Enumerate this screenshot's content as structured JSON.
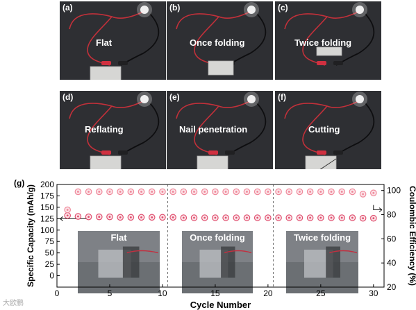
{
  "panels": [
    {
      "id": "a",
      "label": "(a)",
      "text": "Flat"
    },
    {
      "id": "b",
      "label": "(b)",
      "text": "Once folding"
    },
    {
      "id": "c",
      "label": "(c)",
      "text": "Twice folding"
    },
    {
      "id": "d",
      "label": "(d)",
      "text": "Reflating"
    },
    {
      "id": "e",
      "label": "(e)",
      "text": "Nail penetration"
    },
    {
      "id": "f",
      "label": "(f)",
      "text": "Cutting"
    }
  ],
  "chart_label": "(g)",
  "inset_labels": [
    "Flat",
    "Once folding",
    "Twice folding"
  ],
  "watermark": "大欧鹏",
  "colors": {
    "capacity": "#e05070",
    "efficiency": "#f08a9c",
    "panel_bg": "#2b2c30"
  },
  "chart_data": {
    "type": "scatter",
    "xlabel": "Cycle Number",
    "ylabel": "Specific Capacity (mAh/g)",
    "y2label": "Coulombic Efficiency (%)",
    "xlim": [
      0,
      31
    ],
    "ylim": [
      -25,
      200
    ],
    "y2lim": [
      20,
      105
    ],
    "xticks": [
      0,
      5,
      10,
      15,
      20,
      25,
      30
    ],
    "yticks": [
      0,
      25,
      50,
      75,
      100,
      125,
      150,
      175,
      200
    ],
    "y2ticks": [
      20,
      40,
      60,
      80,
      100
    ],
    "grid": false,
    "vlines": [
      10.5,
      20.5
    ],
    "series": [
      {
        "axis": "left",
        "x": [
          1,
          2,
          3,
          4,
          5,
          6,
          7,
          8,
          9,
          10,
          11,
          12,
          13,
          14,
          15,
          16,
          17,
          18,
          19,
          20,
          21,
          22,
          23,
          24,
          25,
          26,
          27,
          28,
          29,
          30
        ],
        "values": [
          132,
          130,
          129,
          129,
          129,
          128,
          128,
          128,
          128,
          128,
          128,
          127,
          127,
          127,
          127,
          127,
          127,
          127,
          127,
          127,
          127,
          127,
          127,
          127,
          127,
          127,
          127,
          127,
          126,
          126
        ]
      },
      {
        "axis": "right",
        "x": [
          1,
          2,
          3,
          4,
          5,
          6,
          7,
          8,
          9,
          10,
          11,
          12,
          13,
          14,
          15,
          16,
          17,
          18,
          19,
          20,
          21,
          22,
          23,
          24,
          25,
          26,
          27,
          28,
          29,
          30
        ],
        "values": [
          84,
          99,
          99,
          99,
          99,
          99,
          99,
          99,
          99,
          99,
          99,
          99,
          99,
          99,
          99,
          99,
          99,
          99,
          99,
          99,
          99,
          99,
          99,
          99,
          99,
          99,
          99,
          99,
          97,
          98
        ]
      }
    ]
  }
}
